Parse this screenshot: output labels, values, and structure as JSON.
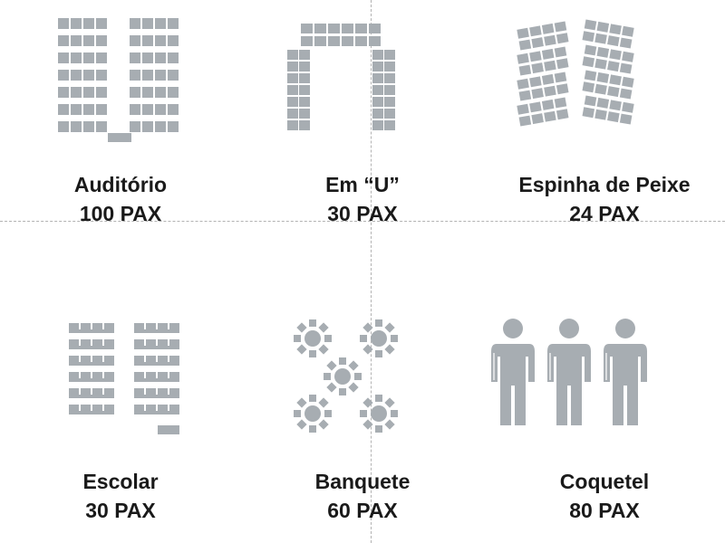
{
  "layouts": [
    {
      "id": "auditorio",
      "name": "Auditório",
      "capacity": "100 PAX",
      "icon": "auditorium-seating-icon"
    },
    {
      "id": "em-u",
      "name": "Em “U”",
      "capacity": "30 PAX",
      "icon": "u-shape-seating-icon"
    },
    {
      "id": "espinha",
      "name": "Espinha de Peixe",
      "capacity": "24 PAX",
      "icon": "herringbone-seating-icon"
    },
    {
      "id": "escolar",
      "name": "Escolar",
      "capacity": "30 PAX",
      "icon": "classroom-seating-icon"
    },
    {
      "id": "banquete",
      "name": "Banquete",
      "capacity": "60 PAX",
      "icon": "banquet-tables-icon"
    },
    {
      "id": "coquetel",
      "name": "Coquetel",
      "capacity": "80 PAX",
      "icon": "cocktail-standing-icon"
    }
  ],
  "colors": {
    "icon_fill": "#a7adb2",
    "icon_light": "#ffffff",
    "text": "#1a1a1a",
    "guide": "#b3b3b3"
  }
}
